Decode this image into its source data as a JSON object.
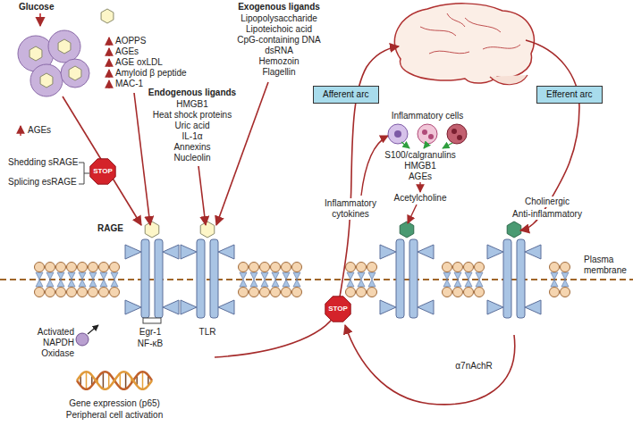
{
  "diagram": {
    "nodes": [
      {
        "text": [
          "STOP"
        ]
      },
      {
        "text": [
          "Afferent arc"
        ]
      },
      {
        "text": [
          "Efferent arc"
        ]
      },
      {
        "text": [
          "STOP"
        ]
      }
    ],
    "labels": [
      "Glucose",
      "AOPPS",
      "AGEs",
      "AGE oxLDL",
      "Amyloid β peptide",
      "MAC-1",
      "AGEs",
      "Shedding sRAGE",
      "Splicing esRAGE",
      "Exogenous ligands",
      "Lipopolysaccharide",
      "Lipoteichoic acid",
      "CpG-containing DNA",
      "dsRNA",
      "Hemozoin",
      "Flagellin",
      "Endogenous ligands",
      "HMGB1",
      "Heat shock proteins",
      "Uric acid",
      "IL-1α",
      "Annexins",
      "Nucleolin",
      "RAGE",
      "TLR",
      "Egr-1",
      "NF-κB",
      "Activated NAPDH Oxidase",
      "Gene expression (p65)",
      "Peripheral cell activation",
      "Inflammatory cells",
      "S100/calgranulins",
      "HMGB1",
      "AGEs",
      "Acetylcholine",
      "Inflammatory cytokines",
      "Cholinergic",
      "Anti-inflammatory",
      "Plasma membrane",
      "α7nAchR"
    ]
  }
}
